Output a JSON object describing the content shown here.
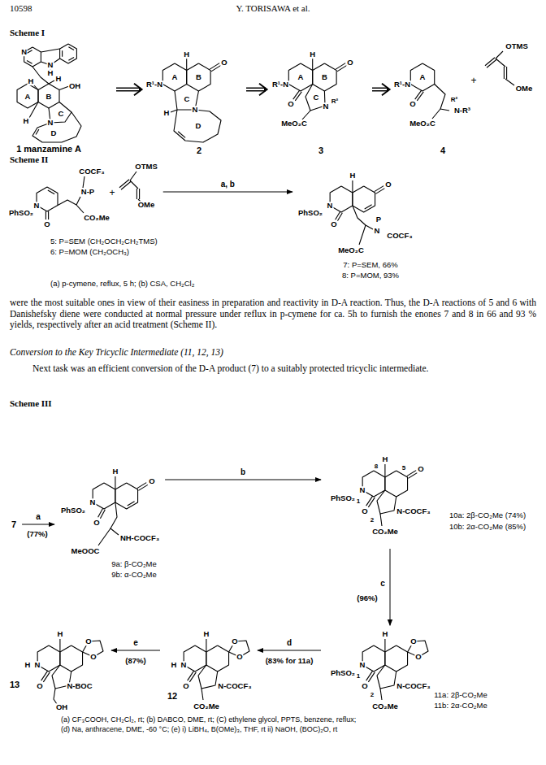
{
  "diagram": {
    "nodes": [
      {
        "text": [
          "N",
          "N",
          "H",
          "H",
          "H",
          "A",
          "B",
          "OH",
          "C",
          "H",
          "N",
          "D",
          "1 manzamine A"
        ]
      },
      {
        "text": [
          "H",
          "O",
          "R¹-N",
          "A",
          "B",
          "C",
          "H",
          "N",
          "D",
          "2"
        ]
      },
      {
        "text": [
          "H",
          "O",
          "R¹-N",
          "A",
          "B",
          "O",
          "C",
          "N",
          "R²",
          "MeO₂C",
          "3"
        ]
      },
      {
        "text": [
          "R¹-N",
          "A",
          "O",
          "R²",
          "N-R³",
          "MeO₂C",
          "OTMS",
          "OMe",
          "4"
        ]
      },
      {
        "text": [
          "PhSO₂",
          "N",
          "O",
          "N-P",
          "COCF₃",
          "CO₂Me",
          "OTMS",
          "OMe"
        ]
      },
      {
        "text": [
          "H",
          "O",
          "PhSO₂",
          "N",
          "O",
          "P",
          "N",
          "COCF₃",
          "MeO₂C",
          "7: P=SEM, 66%",
          "8: P=MOM, 93%"
        ]
      },
      {
        "text": [
          "7"
        ]
      },
      {
        "text": [
          "H",
          "O",
          "PhSO₂",
          "N",
          "O",
          "NH-COCF₃",
          "MeOOC",
          "9a: β-CO₂Me",
          "9b: α-CO₂Me"
        ]
      },
      {
        "text": [
          "H",
          "8",
          "5",
          "O",
          "PhSO₂",
          "N",
          "1",
          "O",
          "2",
          "N-COCF₃",
          "CO₂Me",
          "10a: 2β-CO₂Me (74%)",
          "10b: 2α-CO₂Me (85%)"
        ]
      },
      {
        "text": [
          "O",
          "O",
          "H",
          "PhSO₂",
          "N",
          "1",
          "O",
          "2",
          "N-COCF₃",
          "CO₂Me",
          "11a: 2β-CO₂Me",
          "11b: 2α-CO₂Me"
        ]
      },
      {
        "text": [
          "O",
          "O",
          "H",
          "H",
          "N",
          "O",
          "N-COCF₃",
          "CO₂Me",
          "12"
        ]
      },
      {
        "text": [
          "O",
          "O",
          "H",
          "H",
          "N",
          "O",
          "N-BOC",
          "OH",
          "13"
        ]
      }
    ],
    "edges": [
      {
        "from": 0,
        "to": 1,
        "arrow": "to"
      },
      {
        "from": 1,
        "to": 2,
        "arrow": "to"
      },
      {
        "from": 2,
        "to": 3,
        "arrow": "to"
      },
      {
        "from": 4,
        "to": 5,
        "label": "a, b",
        "arrow": "to"
      },
      {
        "from": 6,
        "to": 7,
        "label": "a",
        "arrow": "to"
      },
      {
        "from": 7,
        "to": 8,
        "label": "b",
        "arrow": "to"
      },
      {
        "from": 8,
        "to": 9,
        "label": "c",
        "arrow": "to"
      },
      {
        "from": 9,
        "to": 10,
        "label": "d",
        "arrow": "to"
      },
      {
        "from": 10,
        "to": 11,
        "label": "e",
        "arrow": "to"
      }
    ],
    "labels": [
      "10598",
      "Y. TORISAWA et al.",
      "Scheme I",
      "+",
      "Scheme II",
      "+",
      "5: P=SEM (CH₂OCH₂CH₂TMS)",
      "6: P=MOM (CH₂OCH₃)",
      "(a) p-cymene, reflux, 5 h; (b) CSA, CH₂Cl₂",
      "were the most suitable ones in view of their easiness in preparation and reactivity in D-A reaction. Thus, the D-A reactions of 5 and 6 with Danishefsky diene were conducted at normal pressure under reflux in p-cymene for ca. 5h to furnish the enones 7 and 8 in 66 and 93 % yields, respectively after an acid treatment (Scheme II).",
      "Conversion to the Key Tricyclic Intermediate (11, 12, 13)",
      "Next task was an efficient conversion of the D-A product (7) to a suitably protected tricyclic intermediate.",
      "Scheme III",
      "(77%)",
      "(96%)",
      "(83% for 11a)",
      "(87%)",
      "(a) CF₃COOH, CH₂Cl₂, rt; (b) DABCO, DME, rt; (C) ethylene glycol, PPTS, benzene, reflux;",
      "(d) Na, anthracene, DME, -60 °C; (e) i) LiBH₄, B(OMe)₃, THF, rt ii) NaOH, (BOC)₂O, rt"
    ]
  }
}
